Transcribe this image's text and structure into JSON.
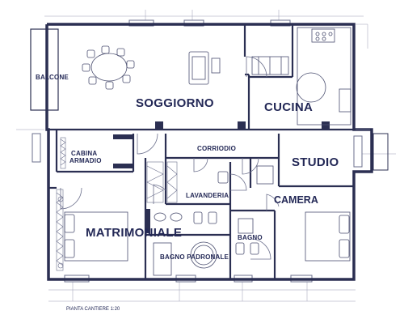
{
  "plan": {
    "colors": {
      "ink": "#232856",
      "wall": "#2b2f52",
      "line": "#6b6f8c"
    },
    "rooms": {
      "balcone": "BALCONE",
      "soggiorno": "SOGGIORNO",
      "cucina": "CUCINA",
      "cabina_armadio_1": "CABINA",
      "cabina_armadio_2": "ARMADIO",
      "corridoio": "CORRIODIO",
      "studio": "STUDIO",
      "lavanderia": "LAVANDERIA",
      "camera": "CAMERA",
      "matrimoniale": "MATRIMONIALE",
      "bagno": "BAGNO",
      "bagno_padronale": "BAGNO PADRONALE"
    },
    "caption": "PIANTA CANTIERE 1:20"
  }
}
